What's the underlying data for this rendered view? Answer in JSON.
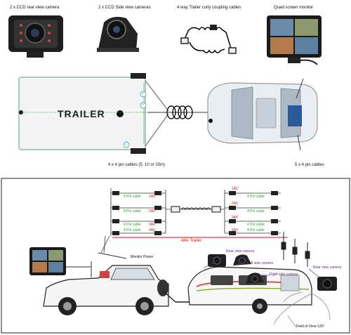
{
  "top": {
    "rear_camera_label": "2 x CCD rear view camera",
    "side_camera_label": "2 x CCD Side view cameras",
    "coupling_label": "4 way Trailer curly coupling cables",
    "monitor_label": "Quad screen monitor",
    "trailer_text": "TRAILER",
    "cable_4pin_label": "4  x 4 pin cables (5, 10 or 20m)",
    "cable_5x4_label": "5 x 4 pin cables",
    "markers": [
      "1",
      "2",
      "3"
    ]
  },
  "bottom": {
    "left_cables": [
      {
        "cable": "4 Pin cable",
        "av": "1AV"
      },
      {
        "cable": "4 Pin cable",
        "av": "2AV"
      },
      {
        "cable": "4 Pin cable",
        "av": "3AV"
      },
      {
        "cable": "4 Pin cable",
        "av": "4AV"
      }
    ],
    "right_cables": [
      {
        "cable": "4 Pin cable",
        "av": "1AV"
      },
      {
        "cable": "4 Pin cable",
        "av": "2AV"
      },
      {
        "cable": "4 Pin cable",
        "av": "3AV"
      },
      {
        "cable": "4 Pin cable",
        "av": "4AV"
      }
    ],
    "trailer_line_label": "4AV Trailer",
    "monitor_power_label": "Monitor Power",
    "rear_camera_label_1": "Rear view camera",
    "left_side_camera_label": "Left side camera",
    "right_side_camera_label": "Right side camera",
    "rear_camera_label_2": "Rear view camera",
    "field_of_view_label": "Field of View:120°"
  }
}
